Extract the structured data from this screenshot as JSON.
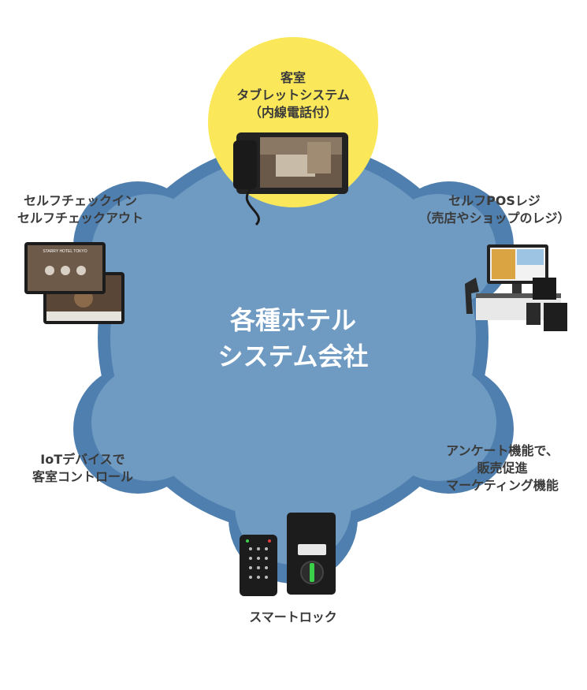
{
  "center": {
    "line1": "各種ホテル",
    "line2": "システム会社"
  },
  "items": {
    "tablet": {
      "lines": [
        "客室",
        "タブレットシステム",
        "（内線電話付）"
      ]
    },
    "checkin": {
      "lines": [
        "セルフチェックイン",
        "セルフチェックアウト"
      ]
    },
    "pos": {
      "lines": [
        "セルフPOSレジ",
        "（売店やショップのレジ）"
      ]
    },
    "iot": {
      "lines": [
        "IoTデバイスで",
        "客室コントロール"
      ]
    },
    "survey": {
      "lines": [
        "アンケート機能で、",
        "販売促進",
        "マーケティング機能"
      ]
    },
    "lock": {
      "lines": [
        "スマートロック"
      ]
    }
  },
  "checkin_screen": {
    "hotel_name": "STARRY HOTEL TOKYO"
  },
  "colors": {
    "blob_outer": "#4f7fae",
    "blob_inner": "#6f9bc3",
    "highlight": "#fbe85a",
    "text": "#3a3a3a"
  }
}
